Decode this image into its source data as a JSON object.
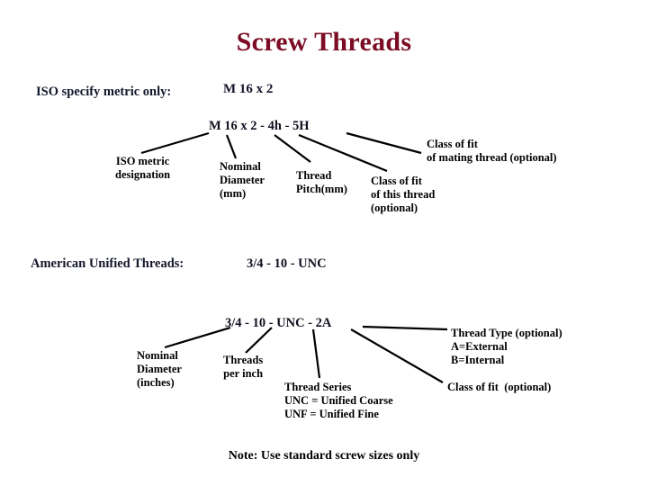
{
  "title": "Screw Threads",
  "iso": {
    "heading": "ISO specify metric only:",
    "example": "M 16 x 2",
    "designation": "M 16 x 2 - 4h - 5H",
    "labels": {
      "iso_metric_designation": "ISO metric\ndesignation",
      "nominal_diameter": "Nominal\nDiameter\n(mm)",
      "thread_pitch": "Thread\nPitch(mm)",
      "class_of_fit_this_thread": "Class of fit\nof this thread\n(optional)",
      "class_of_fit_mating_thread": "Class of fit\nof mating thread (optional)"
    }
  },
  "unified": {
    "heading": "American Unified Threads:",
    "example": "3/4 - 10 - UNC",
    "designation": "3/4 - 10 - UNC - 2A",
    "labels": {
      "nominal_diameter": "Nominal\nDiameter\n(inches)",
      "threads_per_inch": "Threads\nper inch",
      "thread_series": "Thread Series\nUNC = Unified Coarse\nUNF = Unified Fine",
      "thread_type": "Thread Type (optional)\nA=External\nB=Internal",
      "class_of_fit": "Class of fit  (optional)"
    }
  },
  "note": "Note: Use standard screw sizes only",
  "colors": {
    "title": "#7B0C24",
    "text": "#14172b",
    "leader": "#000000",
    "background": "#ffffff"
  }
}
